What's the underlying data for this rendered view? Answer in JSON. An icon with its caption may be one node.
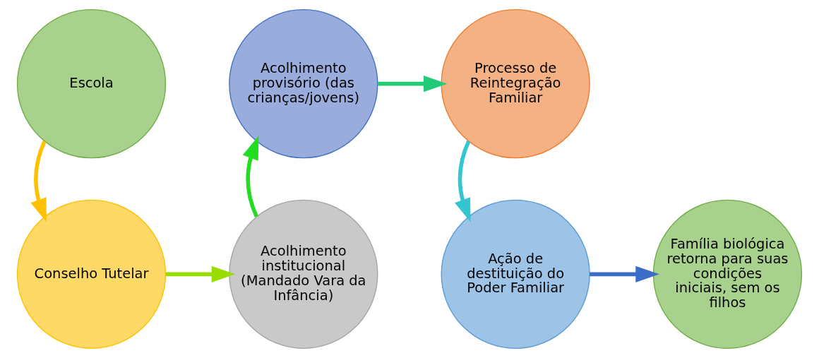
{
  "diagram": {
    "nodes": [
      {
        "text": [
          "Escola"
        ]
      },
      {
        "text": [
          "Conselho Tutelar"
        ]
      },
      {
        "text": [
          "Acolhimento institucional (Mandado Vara da Infância)"
        ]
      },
      {
        "text": [
          "Acolhimento provisório (das crianças/jovens)"
        ]
      },
      {
        "text": [
          "Processo de Reintegração Familiar"
        ]
      },
      {
        "text": [
          "Ação de destituição do Poder Familiar"
        ]
      },
      {
        "text": [
          "Família biológica retorna para suas condições iniciais, sem os filhos"
        ]
      }
    ],
    "edges": [
      {
        "from": 0,
        "to": 1,
        "arrow": "to",
        "color": "#ffc000"
      },
      {
        "from": 1,
        "to": 2,
        "arrow": "to",
        "color": "#99dd00"
      },
      {
        "from": 2,
        "to": 3,
        "arrow": "to",
        "color": "#22dd22"
      },
      {
        "from": 3,
        "to": 4,
        "arrow": "to",
        "color": "#22cc77"
      },
      {
        "from": 4,
        "to": 5,
        "arrow": "to",
        "color": "#33c5d0"
      },
      {
        "from": 5,
        "to": 6,
        "arrow": "to",
        "color": "#3a6cc8"
      }
    ]
  }
}
